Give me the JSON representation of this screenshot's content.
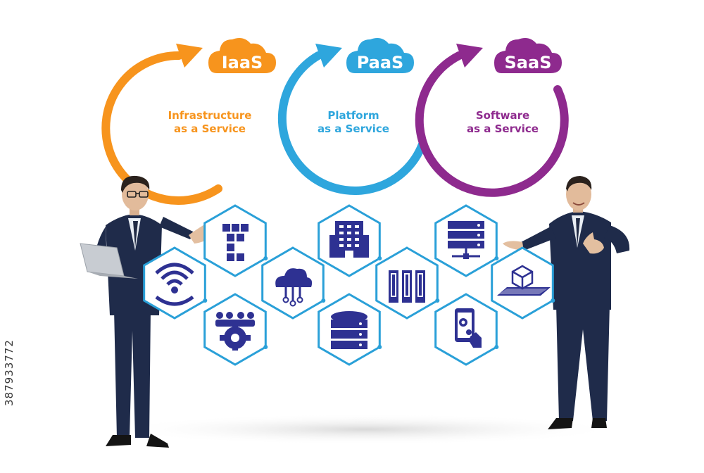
{
  "colors": {
    "iaas": "#f7941d",
    "paas": "#2ea6dd",
    "saas": "#8e2a8e",
    "hex_stroke": "#2aa0d8",
    "icon": "#2e3192",
    "suit": "#1f2b4a"
  },
  "cycles": [
    {
      "title": "IaaS",
      "line1": "Infrastructure",
      "line2": "as a Service"
    },
    {
      "title": "PaaS",
      "line1": "Platform",
      "line2": "as a Service"
    },
    {
      "title": "SaaS",
      "line1": "Software",
      "line2": "as a Service"
    }
  ],
  "hex_icons": [
    "wifi-signal-icon",
    "blocks-cubes-icon",
    "team-gear-icon",
    "cloud-network-icon",
    "office-building-icon",
    "database-icon",
    "server-racks-icon",
    "server-network-icon",
    "mobile-app-gear-icon",
    "cube-platform-icon"
  ],
  "stock_id": "387933772"
}
